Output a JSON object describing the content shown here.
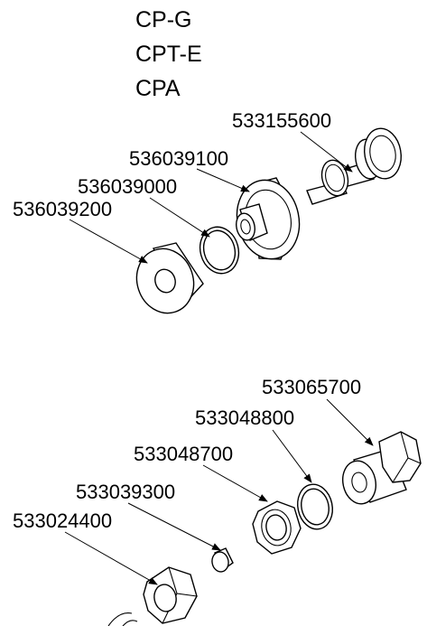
{
  "models": [
    "CP-G",
    "CPT-E",
    "CPA"
  ],
  "upper_assembly": {
    "shaft_part": "533155600",
    "housing_part": "536039100",
    "oring_part": "536039000",
    "spacer_part": "536039200"
  },
  "lower_assembly": {
    "adapter_part": "533065700",
    "washer_part": "533048800",
    "jam_nut_part": "533048700",
    "plug_part": "533039300",
    "hex_nut_part": "533024400"
  }
}
